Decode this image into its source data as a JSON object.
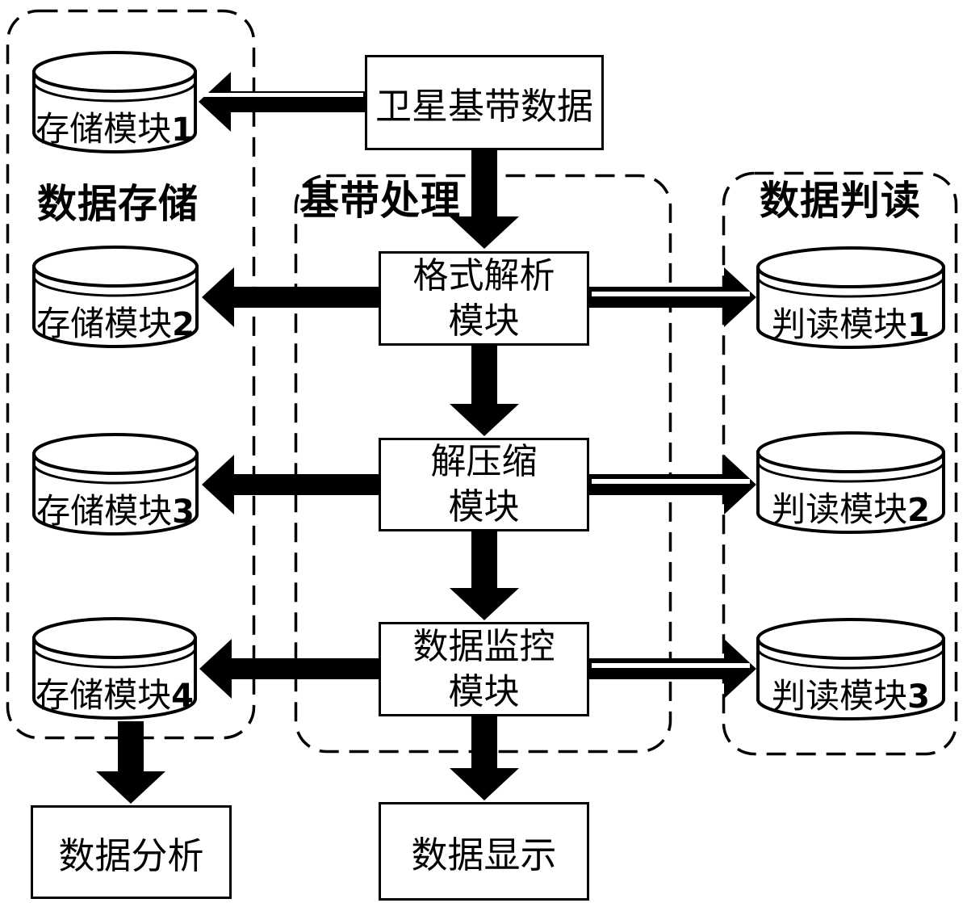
{
  "diagram": {
    "source_box": {
      "label": "卫星基带数据"
    },
    "regions": {
      "storage": {
        "title": "数据存储"
      },
      "baseband": {
        "title": "基带处理"
      },
      "interpretation": {
        "title": "数据判读"
      }
    },
    "process_boxes": [
      {
        "line1": "格式解析",
        "line2": "模块"
      },
      {
        "line1": "解压缩",
        "line2": "模块"
      },
      {
        "line1": "数据监控",
        "line2": "模块"
      }
    ],
    "storage_modules": [
      {
        "name": "存储模块",
        "num": "1"
      },
      {
        "name": "存储模块",
        "num": "2"
      },
      {
        "name": "存储模块",
        "num": "3"
      },
      {
        "name": "存储模块",
        "num": "4"
      }
    ],
    "interpretation_modules": [
      {
        "name": "判读模块",
        "num": "1"
      },
      {
        "name": "判读模块",
        "num": "2"
      },
      {
        "name": "判读模块",
        "num": "3"
      }
    ],
    "output_boxes": {
      "analysis": "数据分析",
      "display": "数据显示"
    },
    "colors": {
      "ink": "#000000",
      "background": "#ffffff"
    }
  }
}
